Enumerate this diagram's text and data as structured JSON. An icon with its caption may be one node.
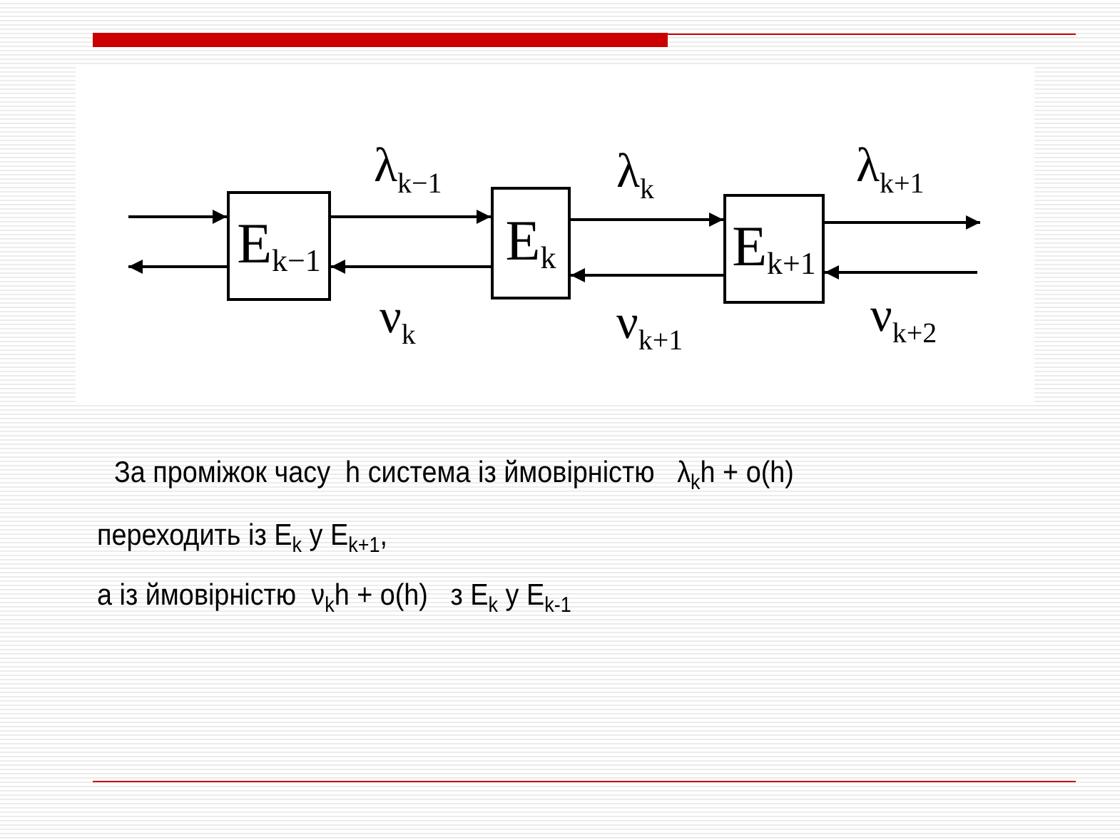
{
  "diagram": {
    "nodes": [
      {
        "text": [
          "E$_{k−1}$"
        ]
      },
      {
        "text": [
          "E$_{k}$"
        ]
      },
      {
        "text": [
          "E$_{k+1}$"
        ]
      }
    ],
    "edges": [
      {
        "from": null,
        "to": 0,
        "arrow": "to"
      },
      {
        "from": 0,
        "to": null,
        "arrow": "to"
      },
      {
        "from": 0,
        "to": 1,
        "arrow": "to",
        "label": "λ$_{k−1}$"
      },
      {
        "from": 1,
        "to": 0,
        "arrow": "to",
        "label": "ν$_{k}$"
      },
      {
        "from": 1,
        "to": 2,
        "arrow": "to",
        "label": "λ$_{k}$"
      },
      {
        "from": 2,
        "to": 1,
        "arrow": "to",
        "label": "ν$_{k+1}$"
      },
      {
        "from": 2,
        "to": null,
        "arrow": "to",
        "label": "λ$_{k+1}$"
      },
      {
        "from": null,
        "to": 2,
        "arrow": "to",
        "label": "ν$_{k+2}$"
      }
    ],
    "labels": [
      "За проміжок часу  h система із ймовірністю   λ$_{k}$h + o(h)",
      "переходить із E$_{k}$ у E$_{k+1}$,",
      "а із ймовірністю  ν$_{k}$h + o(h)   з E$_{k}$ у E$_{k-1}$"
    ]
  }
}
